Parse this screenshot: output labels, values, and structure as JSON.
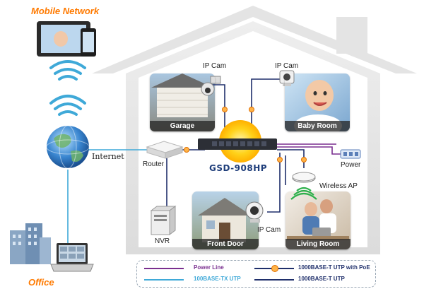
{
  "labels": {
    "mobile_network": "Mobile Network",
    "internet": "Internet",
    "router": "Router",
    "nvr": "NVR",
    "office": "Office",
    "switch_model": "GSD-908HP",
    "ip_cam_garage": "IP Cam",
    "ip_cam_baby": "IP Cam",
    "ip_cam_front": "IP Cam",
    "power": "Power",
    "wireless_ap": "Wireless AP"
  },
  "rooms": {
    "garage": "Garage",
    "baby_room": "Baby Room",
    "front_door": "Front Door",
    "living_room": "Living Room"
  },
  "legend": {
    "power_line": "Power Line",
    "poe_utp": "1000BASE-T UTP with PoE",
    "fast_utp": "100BASE-TX UTP",
    "gig_utp": "1000BASE-T UTP"
  },
  "colors": {
    "power_line": "#7a2f8f",
    "poe_utp": "#1f2f6b",
    "fast_utp": "#3fa9d8",
    "gig_utp": "#1f2f6b",
    "accent": "#ff7a00"
  }
}
